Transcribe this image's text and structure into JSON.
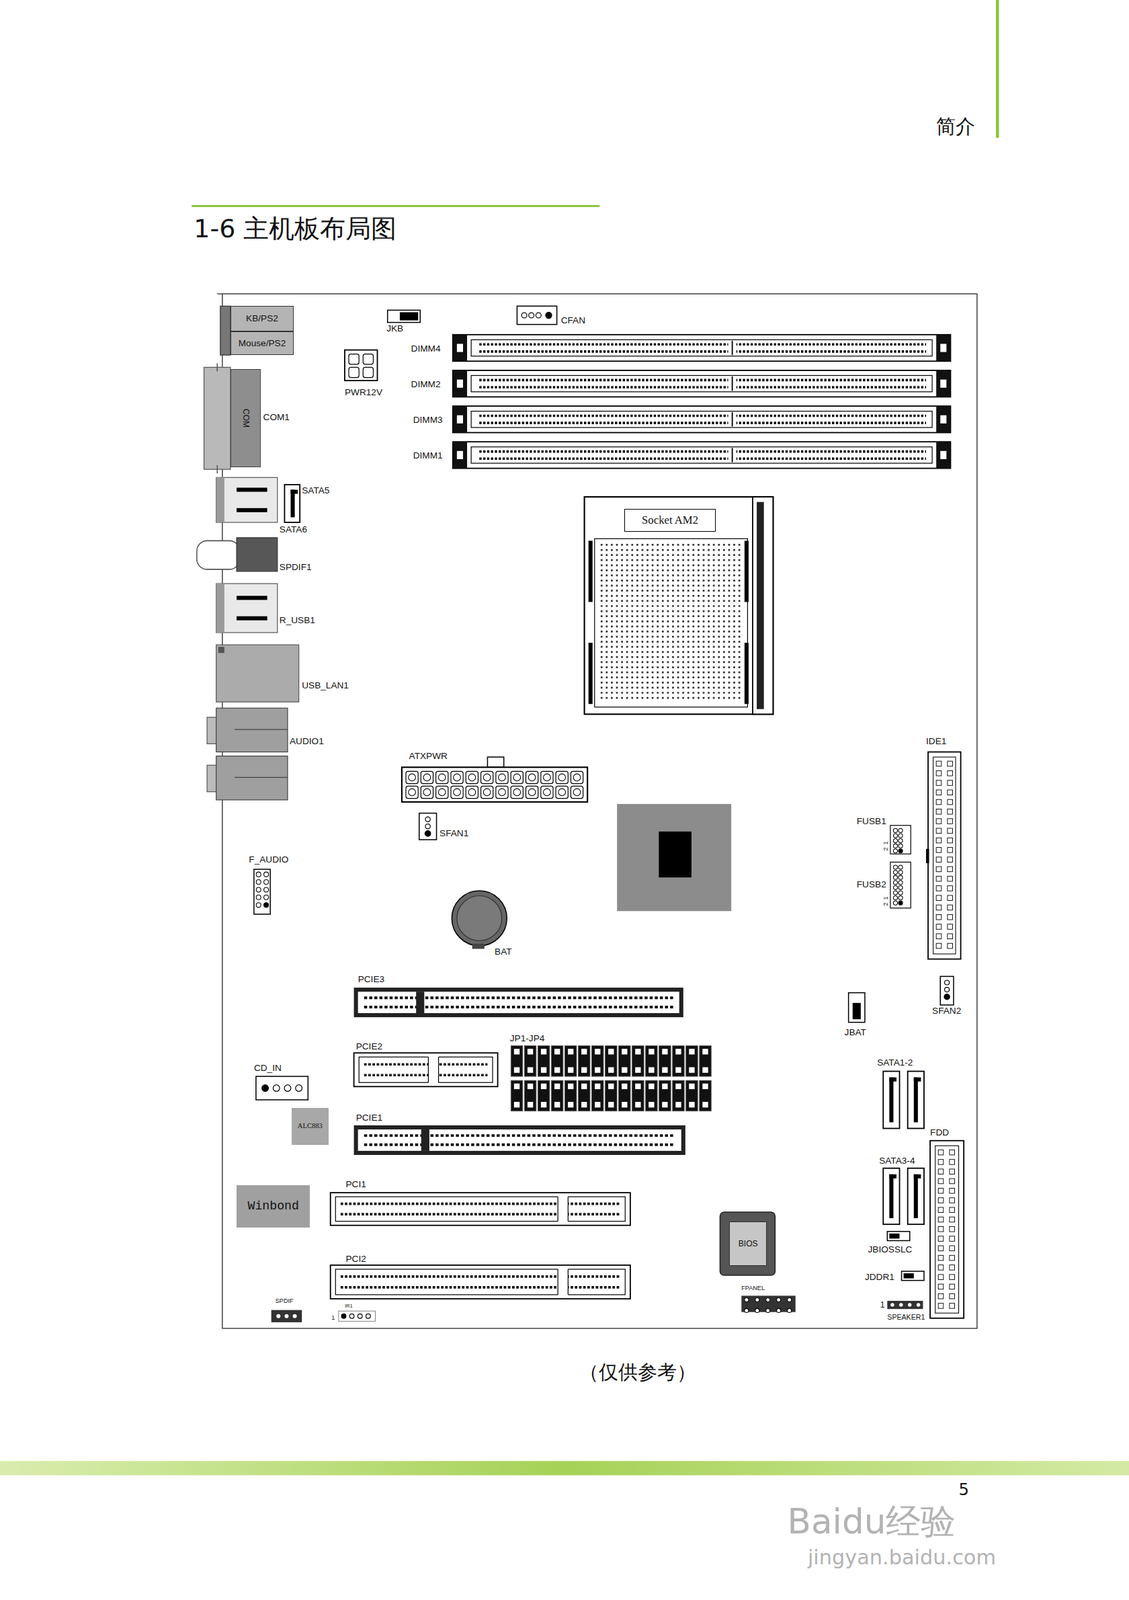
{
  "diagram": {
    "title": "1-6 主机板布局图",
    "caption": "（仅供参考）",
    "nodes": [
      {
        "text": [
          "KB/PS2"
        ]
      },
      {
        "text": [
          "Mouse/PS2"
        ]
      },
      {
        "text": [
          "COM"
        ]
      },
      {
        "text": [
          "Socket AM2"
        ]
      },
      {
        "text": [
          "ALC883"
        ]
      },
      {
        "text": [
          "Winbond"
        ]
      },
      {
        "text": [
          "BIOS"
        ]
      }
    ],
    "labels": [
      "简介",
      "JKB",
      "CFAN",
      "PWR12V",
      "DIMM4",
      "DIMM2",
      "DIMM3",
      "DIMM1",
      "COM1",
      "SATA5",
      "SATA6",
      "SPDIF1",
      "R_USB1",
      "USB_LAN1",
      "AUDIO1",
      "ATXPWR",
      "SFAN1",
      "F_AUDIO",
      "BAT",
      "IDE1",
      "FUSB1",
      "2",
      "1",
      "FUSB2",
      "2",
      "1",
      "SFAN2",
      "PCIE3",
      "PCIE2",
      "JP1-JP4",
      "JBAT",
      "SATA1-2",
      "CD_IN",
      "PCIE1",
      "FDD",
      "SATA3-4",
      "PCI1",
      "JBIOSSLC",
      "PCI2",
      "JDDR1",
      "1",
      "SPEAKER1",
      "FPANEL",
      "SPDIF",
      "IR1",
      "1",
      "5",
      "Baidu经验",
      "jingyan.baidu.com"
    ]
  }
}
